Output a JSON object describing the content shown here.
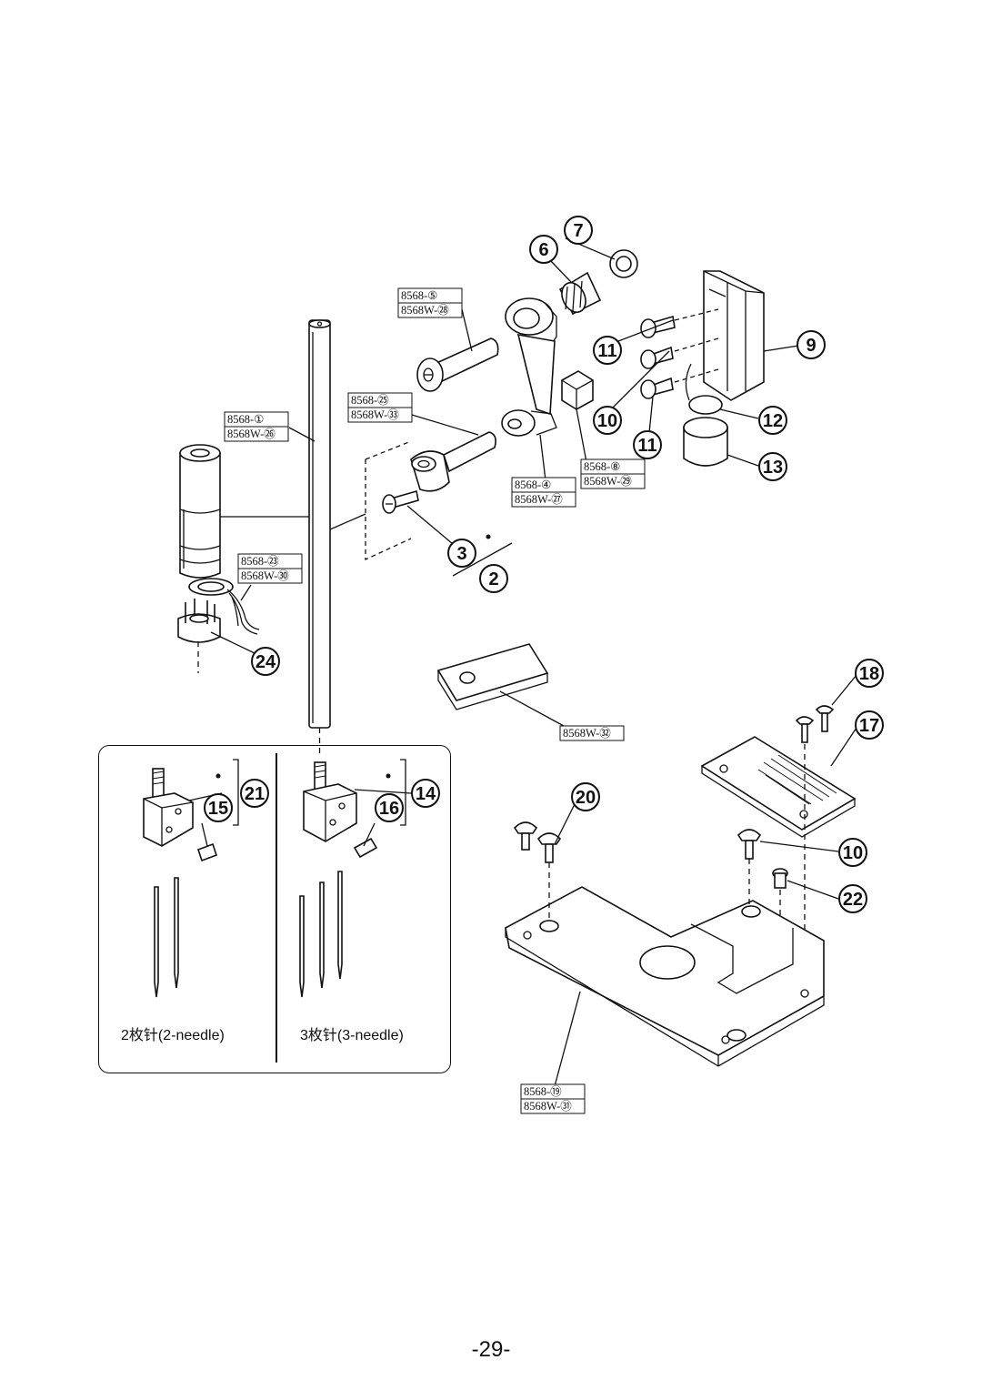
{
  "callouts": [
    "7",
    "6",
    "9",
    "11",
    "10",
    "11",
    "12",
    "13",
    "3",
    "2",
    "24",
    "18",
    "17",
    "20",
    "10",
    "22",
    "21",
    "15",
    "14",
    "16"
  ],
  "references": [
    {
      "line1": "8568-⑤",
      "line2": "8568W-㉘"
    },
    {
      "line1": "8568-㉕",
      "line2": "8568W-㉝"
    },
    {
      "line1": "8568-①",
      "line2": "8568W-㉖"
    },
    {
      "line1": "8568-④",
      "line2": "8568W-㉗"
    },
    {
      "line1": "8568-⑧",
      "line2": "8568W-㉙"
    },
    {
      "line1": "8568-㉓",
      "line2": "8568W-㉚"
    },
    {
      "line1": "8568W-㉜"
    },
    {
      "line1": "8568-⑲",
      "line2": "8568W-㉛"
    }
  ],
  "captions": {
    "two_needle": "2枚针(2-needle)",
    "three_needle": "3枚针(3-needle)"
  },
  "page_number": "-29-"
}
